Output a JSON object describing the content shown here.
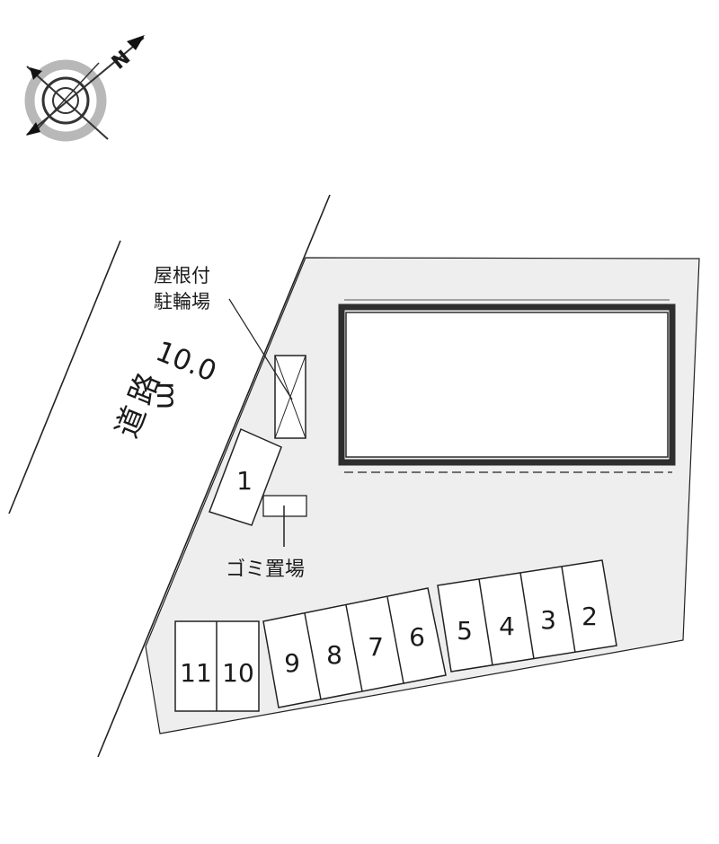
{
  "compass": {
    "north_letter": "N"
  },
  "road": {
    "width_label": "10.0",
    "unit_label": "m",
    "name_label": "道路"
  },
  "bike_shelter": {
    "line1": "屋根付",
    "line2": "駐輪場"
  },
  "garbage_area": {
    "label": "ゴミ置場"
  },
  "parking_spaces": [
    "1",
    "2",
    "3",
    "4",
    "5",
    "6",
    "7",
    "8",
    "9",
    "10",
    "11"
  ],
  "colors": {
    "lot_fill": "#eeeeee",
    "line": "#222222",
    "building_outline": "#2e2e2e",
    "compass_ring": "#b8b8b8"
  }
}
